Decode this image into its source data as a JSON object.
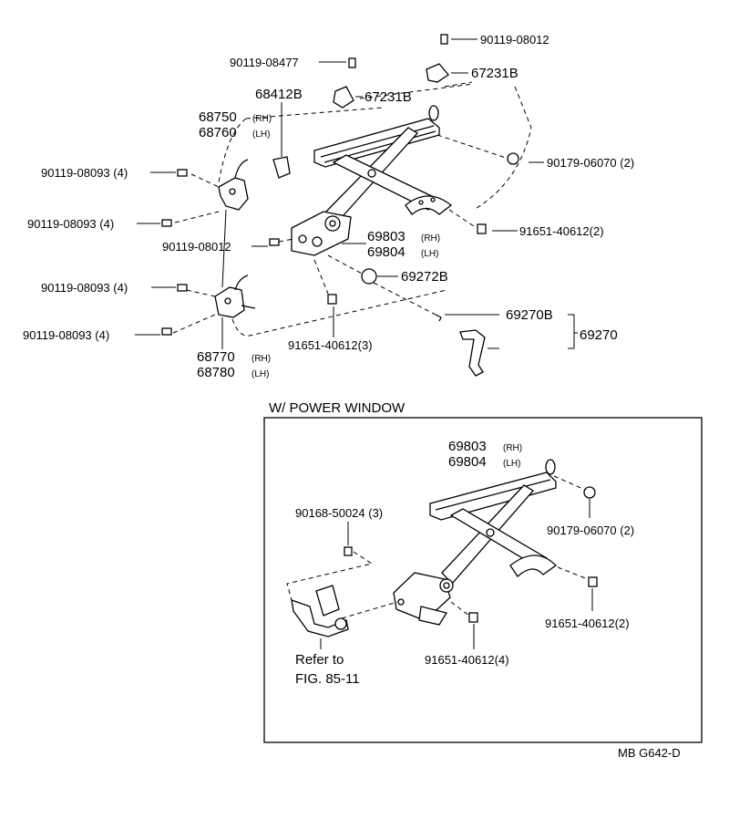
{
  "labels": {
    "bolt_top_right": "90119-08012",
    "bolt_upper_left": "90119-08477",
    "stop_a": "67231B",
    "stop_b": "67231B",
    "bracket": "68412B",
    "hinge_upper_rh": "68750",
    "hinge_upper_lh": "68760",
    "bolt_a": "90119-08093 (4)",
    "bolt_b": "90119-08093 (4)",
    "bolt_mid": "90119-08012",
    "bolt_c": "90119-08093 (4)",
    "bolt_d": "90119-08093 (4)",
    "hinge_lower_rh": "68770",
    "hinge_lower_lh": "68780",
    "nut_right": "90179-06070 (2)",
    "bolt_right": "91651-40612(2)",
    "regulator_rh": "69803",
    "regulator_lh": "69804",
    "washer": "69272B",
    "bolt_bottom": "91651-40612(3)",
    "handle_part": "69270B",
    "handle_assy": "69270",
    "pw_title": "W/ POWER  WINDOW",
    "pw_regulator_rh": "69803",
    "pw_regulator_lh": "69804",
    "pw_screw": "90168-50024 (3)",
    "pw_nut": "90179-06070 (2)",
    "pw_bolt_right": "91651-40612(2)",
    "pw_bolt_bottom": "91651-40612(4)",
    "refer_line1": "Refer to",
    "refer_line2": "FIG. 85-11",
    "code": "MB  G642-D"
  },
  "suffixes": {
    "rh": "(RH)",
    "lh": "(LH)"
  }
}
